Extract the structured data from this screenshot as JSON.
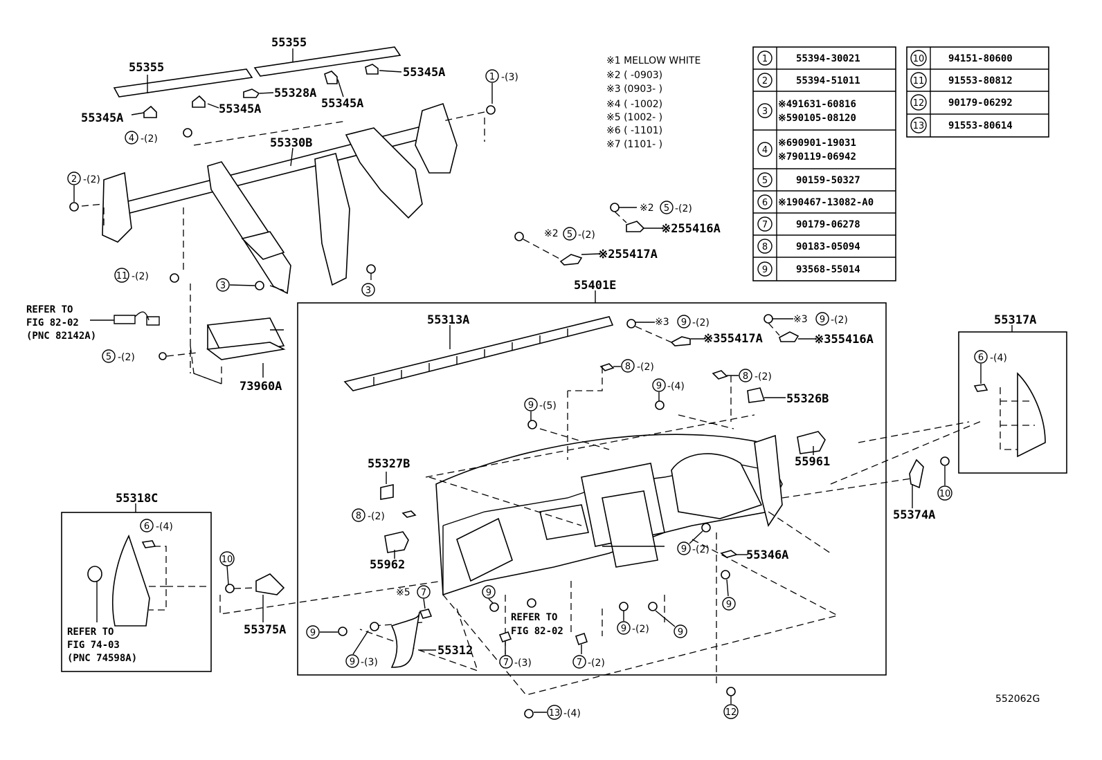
{
  "diagram_code": "552062G",
  "parts": {
    "p55355_left": "55355",
    "p55355_right": "55355",
    "p55345a_1": "55345A",
    "p55345a_2": "55345A",
    "p55345a_3": "55345A",
    "p55345a_4": "55345A",
    "p55328a": "55328A",
    "p55330b": "55330B",
    "p73960a": "73960A",
    "p55401e": "55401E",
    "p55313a": "55313A",
    "p55417a_top": "※255417A",
    "p55416a_top": "※255416A",
    "p55417a_mid": "※355417A",
    "p55416a_mid": "※355416A",
    "p55326b": "55326B",
    "p55961": "55961",
    "p55327b": "55327B",
    "p55962": "55962",
    "p55312": "55312",
    "p55346a": "55346A",
    "p55317a": "55317A",
    "p55374a": "55374A",
    "p55318c": "55318C",
    "p55375a": "55375A"
  },
  "refs": {
    "ref1": [
      "REFER TO",
      "FIG 82-02",
      "(PNC 82142A)"
    ],
    "ref2": [
      "REFER TO",
      "FIG 82-02"
    ],
    "ref3": [
      "REFER TO",
      "FIG 74-03",
      "(PNC 74598A)"
    ]
  },
  "callouts": {
    "c1": {
      "num": "1",
      "qty": "-(3)"
    },
    "c4": {
      "num": "4",
      "qty": "-(2)"
    },
    "c2": {
      "num": "2",
      "qty": "-(2)"
    },
    "c11": {
      "num": "11",
      "qty": "-(2)"
    },
    "c3a": {
      "num": "3",
      "qty": ""
    },
    "c3b": {
      "num": "3",
      "qty": ""
    },
    "c5a": {
      "num": "5",
      "qty": "-(2)"
    },
    "c5b": {
      "prefix": "※2",
      "num": "5",
      "qty": "-(2)"
    },
    "c5c": {
      "prefix": "※2",
      "num": "5",
      "qty": "-(2)"
    },
    "c9a": {
      "prefix": "※3",
      "num": "9",
      "qty": "-(2)"
    },
    "c9b": {
      "prefix": "※3",
      "num": "9",
      "qty": "-(2)"
    },
    "c8a": {
      "num": "8",
      "qty": "-(2)"
    },
    "c8b": {
      "num": "8",
      "qty": "-(2)"
    },
    "c9c": {
      "num": "9",
      "qty": "-(4)"
    },
    "c9d": {
      "num": "9",
      "qty": "-(5)"
    },
    "c8c": {
      "num": "8",
      "qty": "-(2)"
    },
    "c9e": {
      "num": "9",
      "qty": "-(2)"
    },
    "c9f": {
      "num": "9",
      "qty": ""
    },
    "c6a": {
      "num": "6",
      "qty": "-(4)"
    },
    "c10a": {
      "num": "10",
      "qty": ""
    },
    "c6b": {
      "num": "6",
      "qty": "-(4)"
    },
    "c10b": {
      "num": "10",
      "qty": ""
    },
    "c7a": {
      "prefix": "※5",
      "num": "7",
      "qty": ""
    },
    "c9g": {
      "num": "9",
      "qty": ""
    },
    "c9h": {
      "num": "9",
      "qty": ""
    },
    "c9i": {
      "num": "9",
      "qty": "-(3)"
    },
    "c7b": {
      "num": "7",
      "qty": "-(3)"
    },
    "c7c": {
      "num": "7",
      "qty": "-(2)"
    },
    "c9j": {
      "num": "9",
      "qty": "-(2)"
    },
    "c9k": {
      "num": "9",
      "qty": ""
    },
    "c13": {
      "num": "13",
      "qty": "-(4)"
    },
    "c12": {
      "num": "12",
      "qty": ""
    }
  },
  "notes": [
    "※1  MELLOW  WHITE",
    "※2  (       -0903)",
    "※3  (0903-        )",
    "※4 (     -1002)",
    "※5 (1002-     )",
    "※6 (     -1101)",
    "※7 (1101-     )"
  ],
  "table_left": [
    {
      "num": "1",
      "lines": [
        "55394-30021"
      ]
    },
    {
      "num": "2",
      "lines": [
        "55394-51011"
      ]
    },
    {
      "num": "3",
      "lines": [
        "※491631-60816",
        "※590105-08120"
      ]
    },
    {
      "num": "4",
      "lines": [
        "※690901-19031",
        "※790119-06942"
      ]
    },
    {
      "num": "5",
      "lines": [
        "90159-50327"
      ]
    },
    {
      "num": "6",
      "lines": [
        "※190467-13082-A0"
      ]
    },
    {
      "num": "7",
      "lines": [
        "90179-06278"
      ]
    },
    {
      "num": "8",
      "lines": [
        "90183-05094"
      ]
    },
    {
      "num": "9",
      "lines": [
        "93568-55014"
      ]
    }
  ],
  "table_right": [
    {
      "num": "10",
      "lines": [
        "94151-80600"
      ]
    },
    {
      "num": "11",
      "lines": [
        "91553-80812"
      ]
    },
    {
      "num": "12",
      "lines": [
        "90179-06292"
      ]
    },
    {
      "num": "13",
      "lines": [
        "91553-80614"
      ]
    }
  ]
}
